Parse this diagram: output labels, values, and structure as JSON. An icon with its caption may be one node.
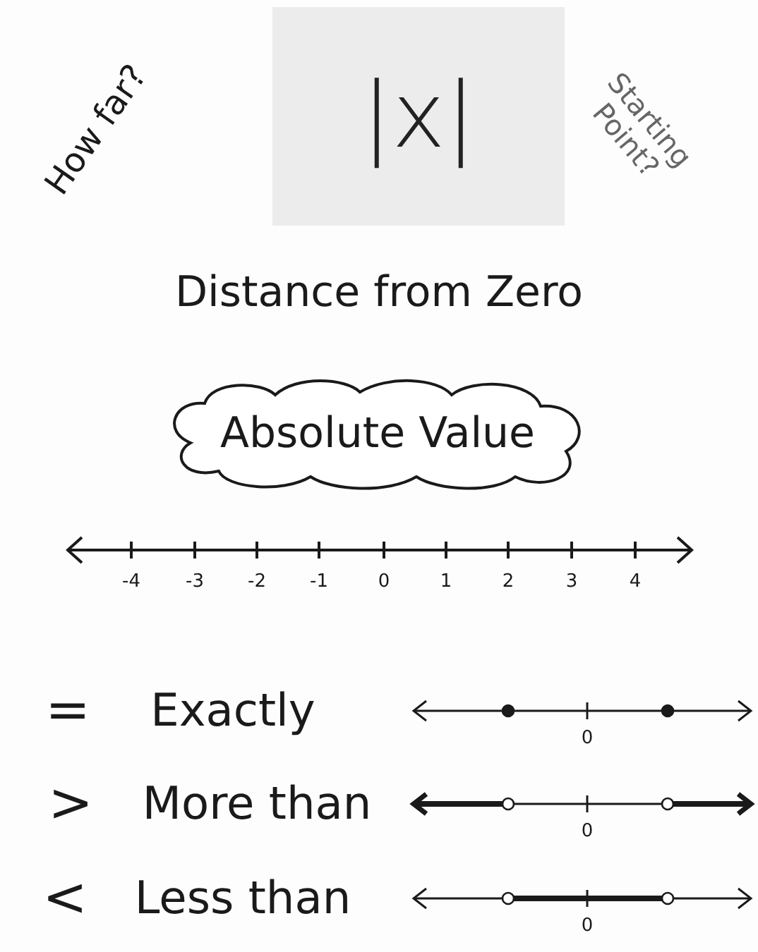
{
  "diagram": {
    "title": "Distance from Zero",
    "nodes": [
      {
        "text": [
          "|x|"
        ]
      },
      {
        "text": [
          "Absolute Value"
        ]
      }
    ],
    "labels": [
      "How far?",
      "Starting Point?",
      "-4",
      "-3",
      "-2",
      "-1",
      "0",
      "1",
      "2",
      "3",
      "4",
      "=",
      "Exactly",
      "0",
      ">",
      "More than",
      "0",
      "<",
      "Less than",
      "0"
    ]
  }
}
